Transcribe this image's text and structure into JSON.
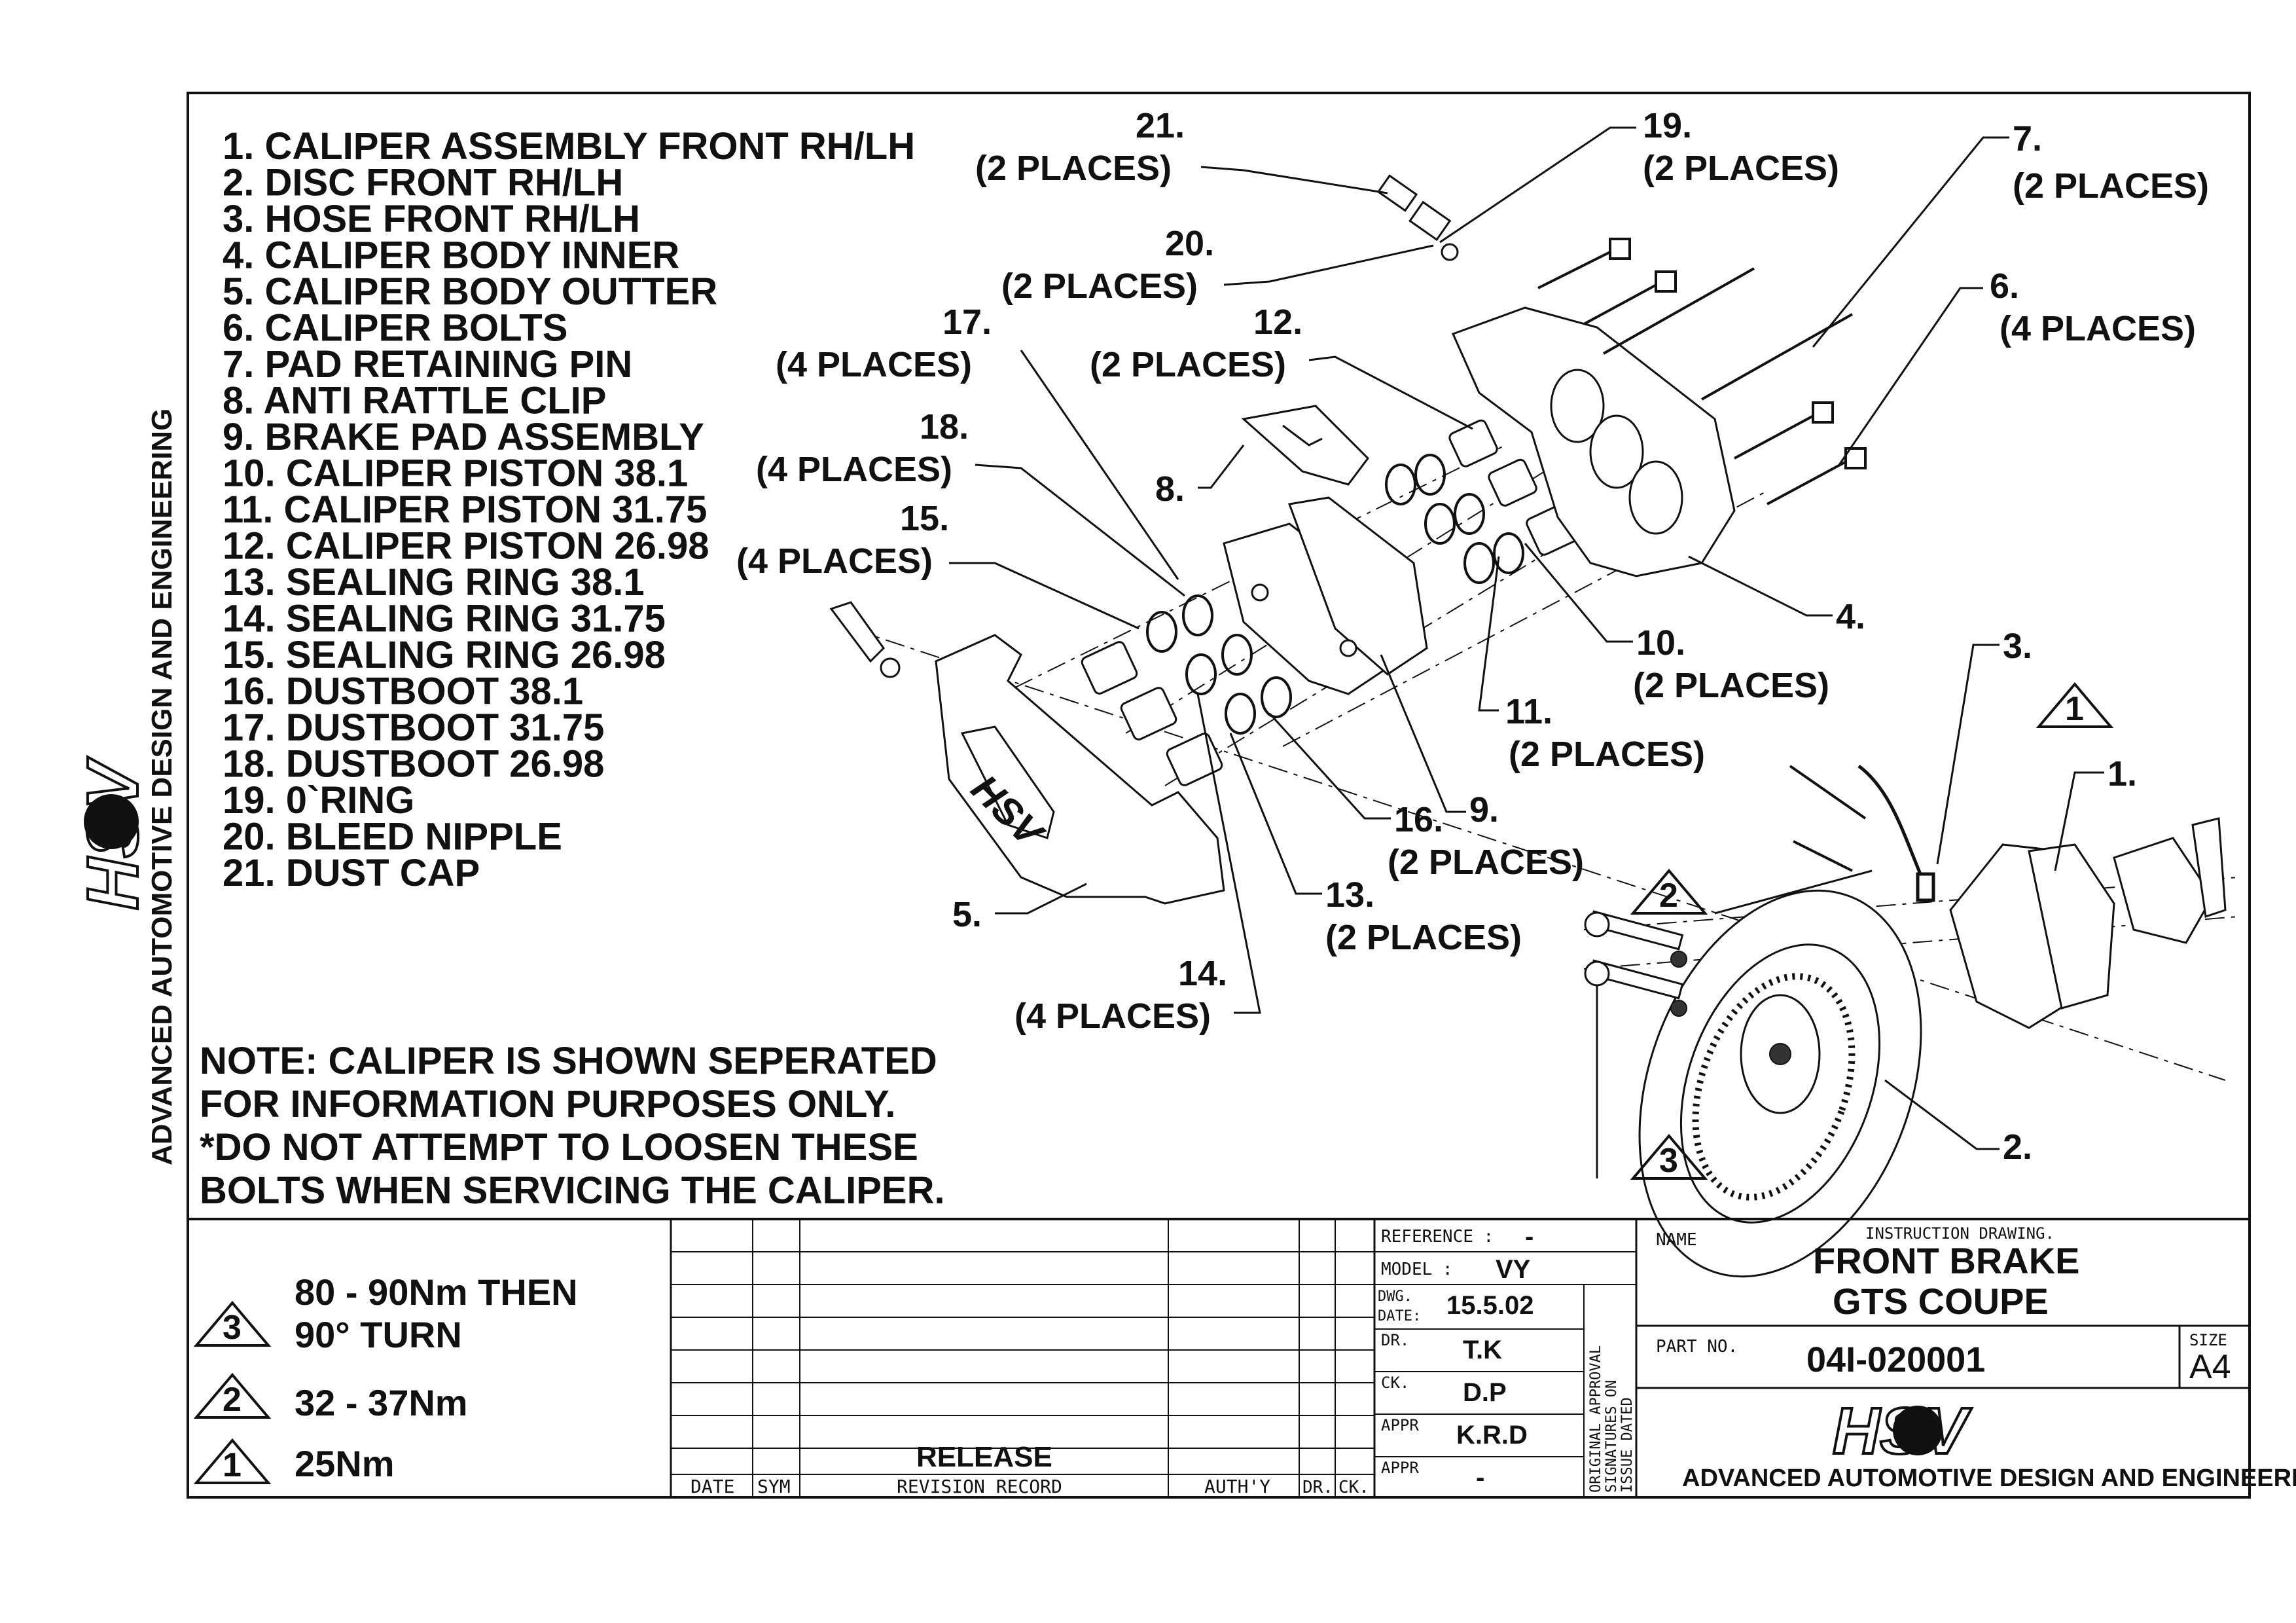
{
  "parts_list": [
    "1.  CALIPER ASSEMBLY FRONT RH/LH",
    "2.  DISC FRONT RH/LH",
    "3.  HOSE FRONT RH/LH",
    "4.  CALIPER BODY INNER",
    "5.  CALIPER BODY OUTTER",
    "6.  CALIPER BOLTS",
    "7.  PAD RETAINING PIN",
    "8.  ANTI RATTLE CLIP",
    "9.  BRAKE PAD ASSEMBLY",
    "10.  CALIPER PISTON 38.1",
    "11. CALIPER PISTON 31.75",
    "12. CALIPER PISTON 26.98",
    "13. SEALING RING 38.1",
    "14. SEALING RING 31.75",
    "15. SEALING RING 26.98",
    "16. DUSTBOOT 38.1",
    "17. DUSTBOOT 31.75",
    "18. DUSTBOOT 26.98",
    "19. 0`RING",
    "20. BLEED NIPPLE",
    "21. DUST CAP"
  ],
  "callouts": {
    "c21": {
      "num": "21.",
      "qty": "(2 PLACES)"
    },
    "c19": {
      "num": "19.",
      "qty": "(2 PLACES)"
    },
    "c7": {
      "num": "7.",
      "qty": "(2 PLACES)"
    },
    "c20": {
      "num": "20.",
      "qty": "(2 PLACES)"
    },
    "c6": {
      "num": "6.",
      "qty": "(4 PLACES)"
    },
    "c17": {
      "num": "17.",
      "qty": "(4 PLACES)"
    },
    "c12": {
      "num": "12.",
      "qty": "(2 PLACES)"
    },
    "c18": {
      "num": "18.",
      "qty": "(4 PLACES)"
    },
    "c8": {
      "num": "8."
    },
    "c15": {
      "num": "15.",
      "qty": "(4 PLACES)"
    },
    "c4": {
      "num": "4."
    },
    "c10": {
      "num": "10.",
      "qty": "(2 PLACES)"
    },
    "c3": {
      "num": "3."
    },
    "c11": {
      "num": "11.",
      "qty": "(2 PLACES)"
    },
    "c1": {
      "num": "1."
    },
    "c9": {
      "num": "9."
    },
    "c16": {
      "num": "16.",
      "qty": "(2 PLACES)"
    },
    "c5": {
      "num": "5."
    },
    "c13": {
      "num": "13.",
      "qty": "(2 PLACES)"
    },
    "c14": {
      "num": "14.",
      "qty": "(4 PLACES)"
    },
    "c2": {
      "num": "2."
    }
  },
  "triangle_markers": {
    "t1": "1",
    "t2": "2",
    "t3": "3"
  },
  "note": [
    "NOTE: CALIPER IS SHOWN SEPERATED",
    "FOR INFORMATION PURPOSES ONLY.",
    "*DO NOT ATTEMPT TO LOOSEN THESE",
    "BOLTS WHEN SERVICING THE CALIPER."
  ],
  "side_text": "ADVANCED AUTOMOTIVE DESIGN AND ENGINEERING",
  "logo_text": "HSV",
  "torque_legend": [
    {
      "marker": "3",
      "lines": [
        "80 - 90Nm THEN",
        "90° TURN"
      ]
    },
    {
      "marker": "2",
      "lines": [
        "32 - 37Nm"
      ]
    },
    {
      "marker": "1",
      "lines": [
        "25Nm"
      ]
    }
  ],
  "revision_block": {
    "release_text": "RELEASE",
    "headers": {
      "date": "DATE",
      "sym": "SYM",
      "record": "REVISION RECORD",
      "auth": "AUTH'Y",
      "dr": "DR.",
      "ck": "CK."
    }
  },
  "info_block": {
    "reference_label": "REFERENCE :",
    "reference_value": "-",
    "model_label": "MODEL :",
    "model_value": "VY",
    "dwg_label_1": "DWG.",
    "dwg_label_2": "DATE:",
    "dwg_value": "15.5.02",
    "dr_label": "DR.",
    "dr_value": "T.K",
    "ck_label": "CK.",
    "ck_value": "D.P",
    "appr1_label": "APPR",
    "appr1_value": "K.R.D",
    "appr2_label": "APPR",
    "appr2_value": "-",
    "approval_lines": [
      "ORIGINAL APPROVAL",
      "SIGNATURES ON",
      "ISSUE DATED"
    ]
  },
  "title_block": {
    "name_label": "NAME",
    "subtitle": "INSTRUCTION DRAWING.",
    "title_line1": "FRONT BRAKE",
    "title_line2": "GTS COUPE",
    "part_no_label": "PART NO.",
    "part_no": "04I-020001",
    "size_label": "SIZE",
    "size_value": "A4",
    "company": "ADVANCED AUTOMOTIVE DESIGN AND ENGINEERING"
  }
}
